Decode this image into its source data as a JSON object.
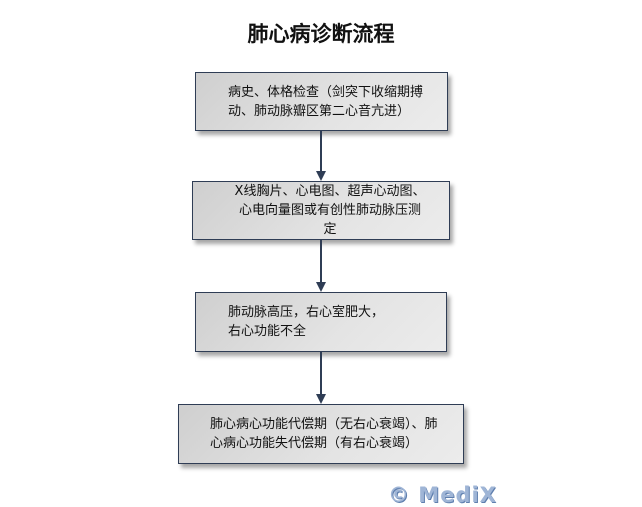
{
  "title": "肺心病诊断流程",
  "steps": [
    {
      "text": "病史、体格检查（剑突下收缩期搏动、肺动脉瓣区第二心音亢进）"
    },
    {
      "text": "X线胸片、心电图、超声心动图、心电向量图或有创性肺动脉压测定"
    },
    {
      "text": "肺动脉高压，右心室肥大，右心功能不全"
    },
    {
      "text": "肺心病心功能代偿期（无右心衰竭）、肺心病心功能失代偿期（有右心衰竭）"
    }
  ],
  "watermark": "© MediX"
}
